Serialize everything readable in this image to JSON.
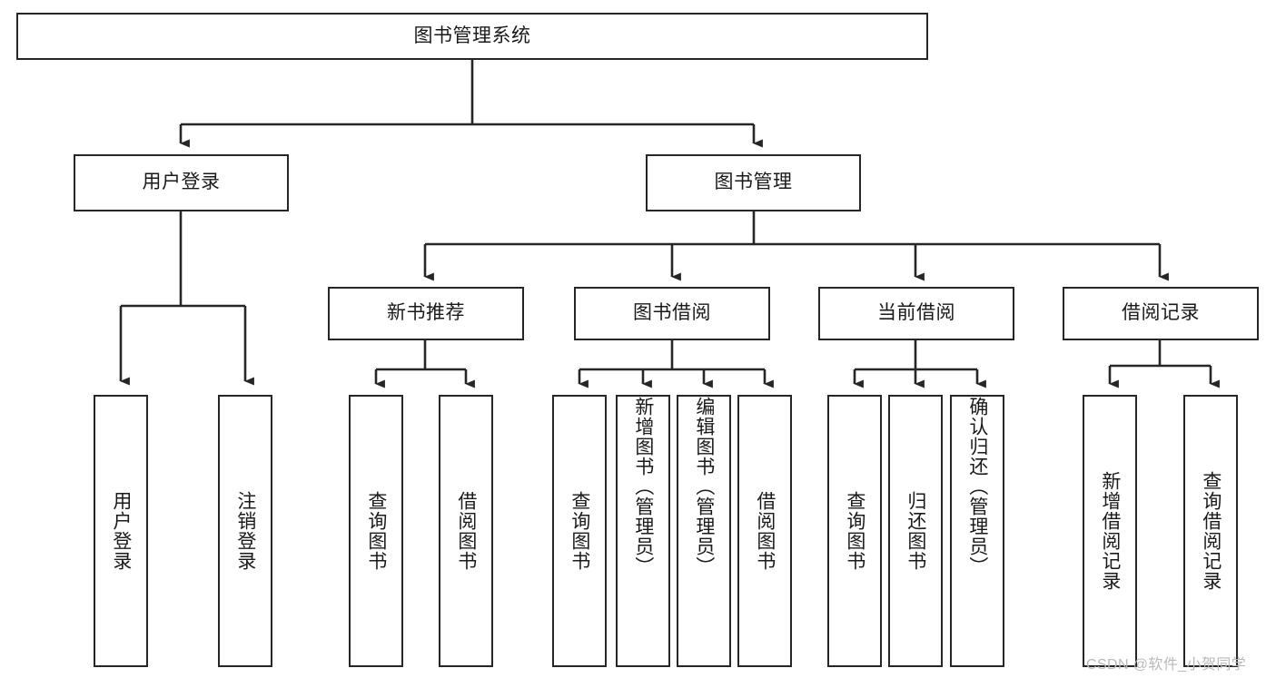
{
  "diagram": {
    "type": "tree-hierarchy",
    "title": "图书管理系统",
    "orientation": "top-down",
    "watermark": "CSDN @软件_小贺同学",
    "colors": {
      "box_border": "#262626",
      "box_fill": "#ffffff",
      "connector": "#262626",
      "text": "#1a1a1a",
      "watermark": "#b9b9b9",
      "background": "#ffffff"
    },
    "levels": [
      {
        "level": 1,
        "nodes": [
          {
            "id": "root",
            "label": "图书管理系统",
            "orientation": "horizontal"
          }
        ]
      },
      {
        "level": 2,
        "nodes": [
          {
            "id": "user-login",
            "label": "用户登录",
            "orientation": "horizontal",
            "parent": "root"
          },
          {
            "id": "book-manage",
            "label": "图书管理",
            "orientation": "horizontal",
            "parent": "root"
          }
        ]
      },
      {
        "level": 3,
        "nodes": [
          {
            "id": "new-book-rec",
            "label": "新书推荐",
            "orientation": "horizontal",
            "parent": "book-manage"
          },
          {
            "id": "book-borrow",
            "label": "图书借阅",
            "orientation": "horizontal",
            "parent": "book-manage"
          },
          {
            "id": "current-borrow",
            "label": "当前借阅",
            "orientation": "horizontal",
            "parent": "book-manage"
          },
          {
            "id": "borrow-record",
            "label": "借阅记录",
            "orientation": "horizontal",
            "parent": "book-manage"
          }
        ]
      },
      {
        "level": 4,
        "nodes": [
          {
            "id": "leaf-user-login",
            "label": "用户登录",
            "orientation": "vertical",
            "parent": "user-login"
          },
          {
            "id": "leaf-logout",
            "label": "注销登录",
            "orientation": "vertical",
            "parent": "user-login"
          },
          {
            "id": "leaf-query-book-1",
            "label": "查询图书",
            "orientation": "vertical",
            "parent": "new-book-rec"
          },
          {
            "id": "leaf-borrow-book-1",
            "label": "借阅图书",
            "orientation": "vertical",
            "parent": "new-book-rec"
          },
          {
            "id": "leaf-query-book-2",
            "label": "查询图书",
            "orientation": "vertical",
            "parent": "book-borrow"
          },
          {
            "id": "leaf-add-book",
            "label": "新增图书（管理员）",
            "orientation": "vertical",
            "parent": "book-borrow"
          },
          {
            "id": "leaf-edit-book",
            "label": "编辑图书（管理员）",
            "orientation": "vertical",
            "parent": "book-borrow"
          },
          {
            "id": "leaf-borrow-book-2",
            "label": "借阅图书",
            "orientation": "vertical",
            "parent": "book-borrow"
          },
          {
            "id": "leaf-query-book-3",
            "label": "查询图书",
            "orientation": "vertical",
            "parent": "current-borrow"
          },
          {
            "id": "leaf-return-book",
            "label": "归还图书",
            "orientation": "vertical",
            "parent": "current-borrow"
          },
          {
            "id": "leaf-confirm-return",
            "label": "确认归还（管理员）",
            "orientation": "vertical",
            "parent": "current-borrow"
          },
          {
            "id": "leaf-add-record",
            "label": "新增借阅记录",
            "orientation": "vertical",
            "parent": "borrow-record"
          },
          {
            "id": "leaf-query-record",
            "label": "查询借阅记录",
            "orientation": "vertical",
            "parent": "borrow-record"
          }
        ]
      }
    ]
  }
}
